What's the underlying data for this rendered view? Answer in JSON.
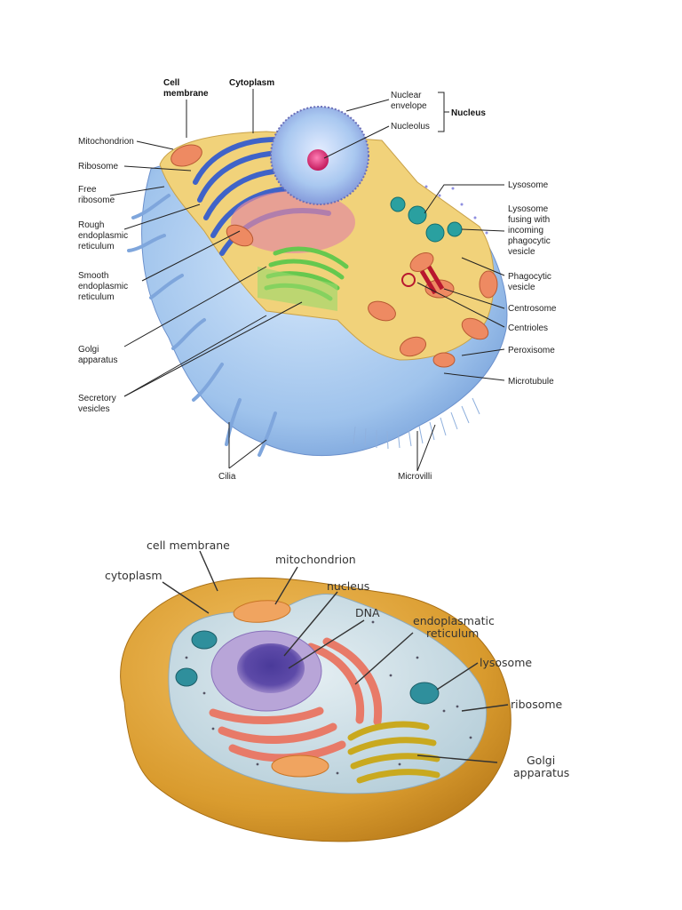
{
  "diagram1": {
    "labels": {
      "cell_membrane": [
        "Cell",
        "membrane"
      ],
      "cytoplasm": "Cytoplasm",
      "nuclear_envelope": [
        "Nuclear",
        "envelope"
      ],
      "nucleolus": "Nucleolus",
      "nucleus": "Nucleus",
      "mitochondrion": "Mitochondrion",
      "ribosome": "Ribosome",
      "free_ribosome": [
        "Free",
        "ribosome"
      ],
      "rough_er": [
        "Rough",
        "endoplasmic",
        "reticulum"
      ],
      "smooth_er": [
        "Smooth",
        "endoplasmic",
        "reticulum"
      ],
      "golgi": [
        "Golgi",
        "apparatus"
      ],
      "secretory": [
        "Secretory",
        "vesicles"
      ],
      "lysosome": "Lysosome",
      "lysosome_fusing": [
        "Lysosome",
        "fusing with",
        "incoming",
        "phagocytic",
        "vesicle"
      ],
      "phagocytic": [
        "Phagocytic",
        "vesicle"
      ],
      "centrosome": "Centrosome",
      "centrioles": "Centrioles",
      "peroxisome": "Peroxisome",
      "microtubule": "Microtubule",
      "cilia": "Cilia",
      "microvilli": "Microvilli"
    },
    "colors": {
      "membrane": "#9fc3ec",
      "cytoplasm": "#f1d27a",
      "nucleus": "#aab6e8",
      "nucleolus": "#e0307e",
      "rough_er": "#3f63c8",
      "golgi": "#66c84e",
      "mitochondria": "#ee8a62",
      "lysosome": "#1d8c8c"
    }
  },
  "diagram2": {
    "labels": {
      "cell_membrane": "cell membrane",
      "cytoplasm": "cytoplasm",
      "mitochondrion": "mitochondrion",
      "nucleus": "nucleus",
      "dna": "DNA",
      "er": [
        "endoplasmatic",
        "reticulum"
      ],
      "lysosome": "lysosome",
      "ribosome": "ribosome",
      "golgi": [
        "Golgi",
        "apparatus"
      ]
    },
    "colors": {
      "membrane": "#d99b2e",
      "cytoplasm": "#c9dde6",
      "nucleus": "#9f85c7",
      "er": "#e87a68",
      "golgi": "#c9a91f",
      "mitochondria": "#f0a460",
      "lysosome": "#2f8f9c"
    }
  }
}
